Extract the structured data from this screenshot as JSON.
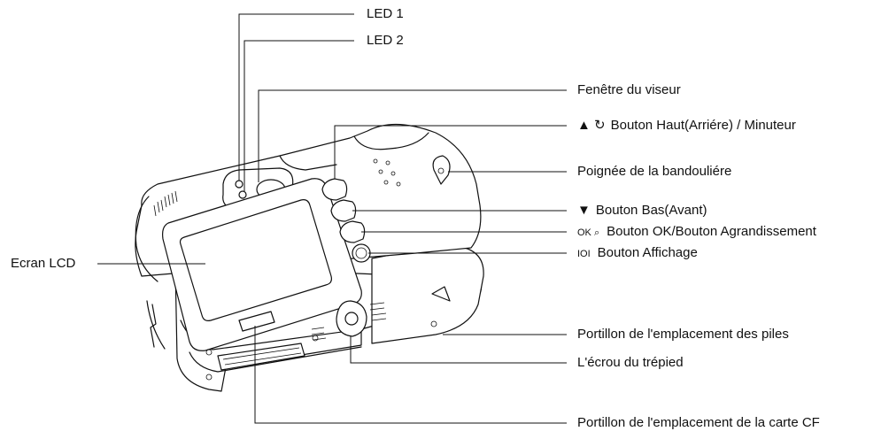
{
  "callouts": {
    "led1": "LED 1",
    "led2": "LED 2",
    "viewfinder": "Fenêtre du viseur",
    "up_timer": {
      "icon": "▲ ↻",
      "text": "Bouton Haut(Arriére) / Minuteur"
    },
    "strap": "Poignée de la bandouliére",
    "down": {
      "icon": "▼",
      "text": "Bouton Bas(Avant)"
    },
    "ok_zoom": {
      "icon": "OK ⌕",
      "text": "Bouton OK/Bouton Agrandissement"
    },
    "display": {
      "icon": "IOI",
      "text": "Bouton Affichage"
    },
    "lcd": "Ecran LCD",
    "battery_door": "Portillon de l'emplacement des piles",
    "tripod": "L'écrou du trépied",
    "cf_door": "Portillon de l'emplacement de la carte CF"
  },
  "icons": {
    "up": "triangle-up-icon",
    "timer": "self-timer-icon",
    "down": "triangle-down-icon",
    "ok": "ok-icon",
    "zoom": "magnifier-icon",
    "display": "display-icon"
  }
}
